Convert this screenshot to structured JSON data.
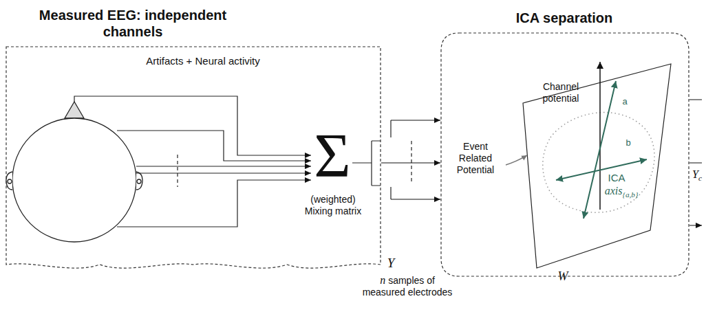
{
  "diagram": {
    "nodes": [
      {
        "text": [
          "Measured EEG: independent channels"
        ]
      },
      {
        "text": [
          "ICA separation"
        ]
      }
    ],
    "edges": [
      {
        "from": 0,
        "to": 1,
        "arrow": "to"
      },
      {
        "from": 0,
        "to": 1,
        "arrow": "to"
      },
      {
        "from": 0,
        "to": 1,
        "arrow": "to"
      }
    ],
    "labels": [
      "Artifacts + Neural activity",
      "Σ",
      "(weighted) Mixing matrix",
      "Y",
      "n",
      "samples of measured electrodes",
      "Channel potential",
      "Event Related Potential",
      "a",
      "b",
      "ICA",
      "axis",
      "{a,b}",
      "W",
      "Y",
      "c"
    ]
  }
}
